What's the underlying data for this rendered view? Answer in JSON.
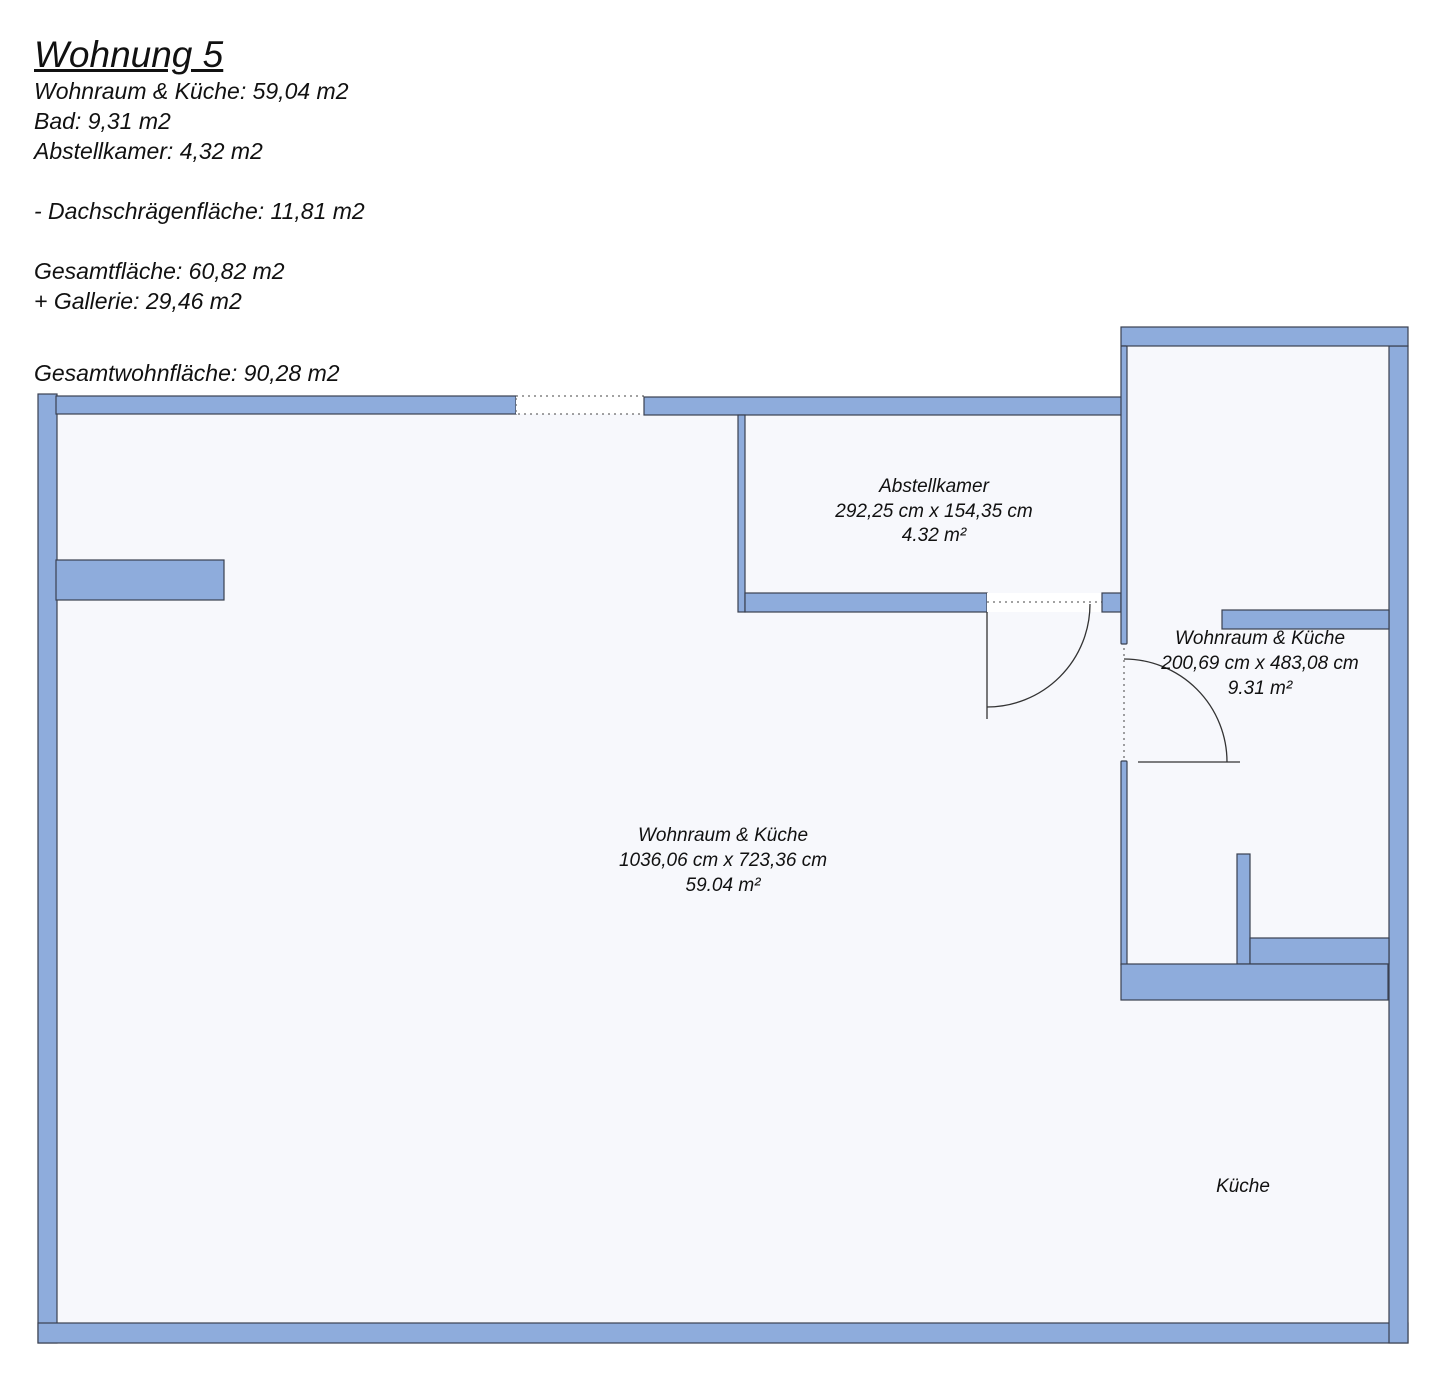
{
  "summary": {
    "title": "Wohnung 5",
    "lines": [
      "Wohnraum & Küche: 59,04 m2",
      "Bad: 9,31 m2",
      "Abstellkamer: 4,32 m2",
      "",
      "- Dachschrägenfläche: 11,81 m2",
      "",
      "Gesamtfläche: 60,82 m2",
      "+ Gallerie: 29,46 m2",
      "",
      "Gesamtwohnfläche: 90,28 m2"
    ]
  },
  "rooms": {
    "living": {
      "name": "Wohnraum & Küche",
      "dimensions": "1036,06 cm x 723,36 cm",
      "area": "59.04 m²"
    },
    "storage": {
      "name": "Abstellkamer",
      "dimensions": "292,25 cm x 154,35 cm",
      "area": "4.32 m²"
    },
    "bath": {
      "name": "Wohnraum & Küche",
      "dimensions": "200,69 cm x 483,08 cm",
      "area": "9.31 m²"
    },
    "kitchen": {
      "name": "Küche"
    }
  },
  "colors": {
    "wall": "#8eacdc",
    "floor": "#f7f8fc",
    "outline": "#3a4050"
  }
}
